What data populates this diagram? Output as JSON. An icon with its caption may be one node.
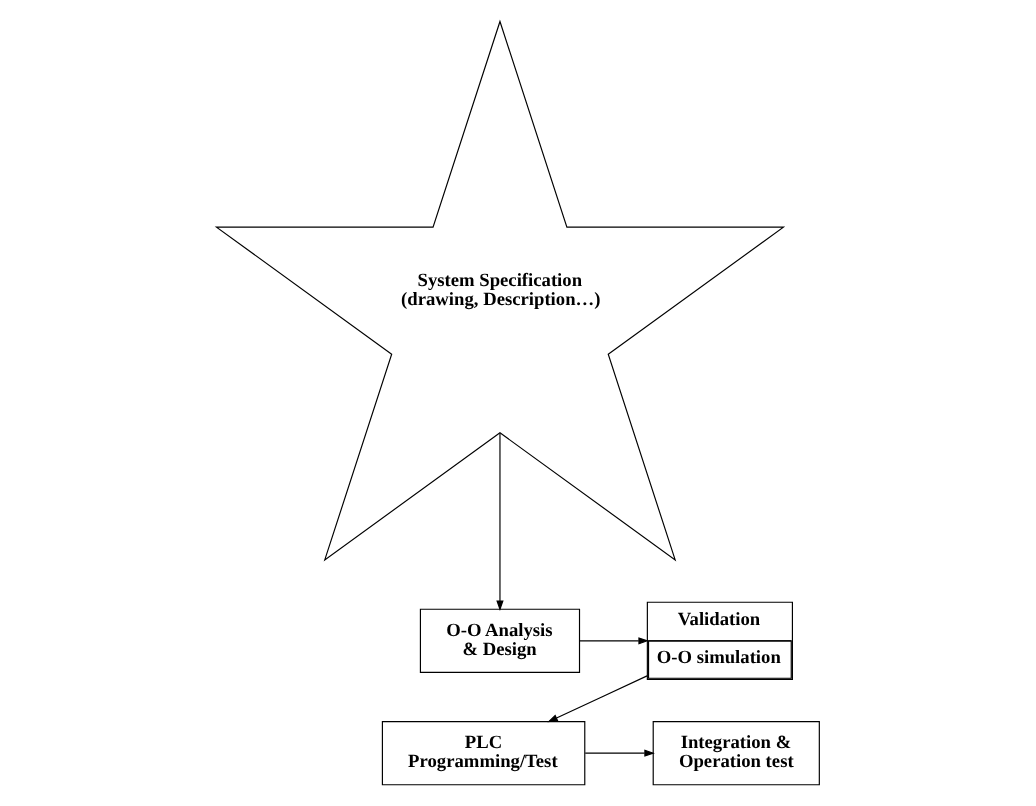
{
  "diagram": {
    "nodes": [
      {
        "text": [
          "System Specification (drawing, Description…)"
        ]
      },
      {
        "text": [
          "O-O Analysis & Design"
        ]
      },
      {
        "text": [
          "Validation",
          "O-O simulation"
        ]
      },
      {
        "text": [
          "PLC Programming/Test"
        ]
      },
      {
        "text": [
          "Integration & Operation test"
        ]
      }
    ],
    "edges": [
      {
        "from": 0,
        "to": 1,
        "arrow": "to"
      },
      {
        "from": 1,
        "to": 2,
        "arrow": "to"
      },
      {
        "from": 2,
        "to": 3,
        "arrow": "to"
      },
      {
        "from": 3,
        "to": 4,
        "arrow": "to"
      }
    ]
  }
}
